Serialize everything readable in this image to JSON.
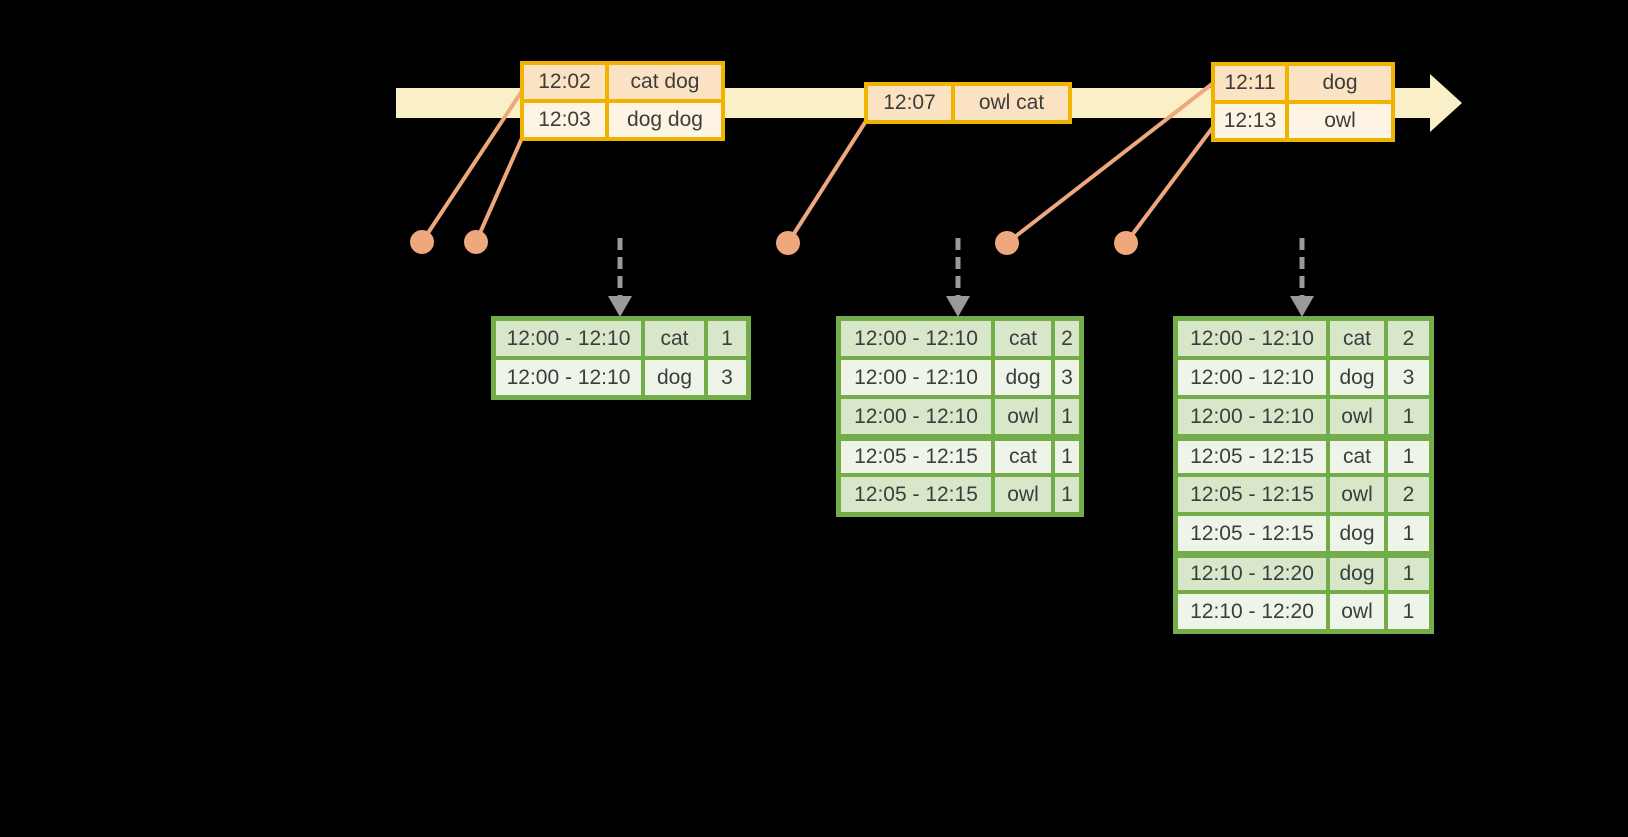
{
  "colors": {
    "background": "#000000",
    "timeline_fill": "#FAF0C8",
    "event_border": "#F0B400",
    "event_row_fill_dark": "#FAE2C2",
    "event_row_fill_light": "#FDF4E3",
    "marker": "#EDA87D",
    "arrow_gray": "#9A9A9A",
    "result_border": "#72AD4A",
    "result_row_fill_dark": "#D8E6C9",
    "result_row_fill_light": "#EFF4E9",
    "text": "#3D3D3D"
  },
  "timeline": {
    "event_tables": [
      {
        "rows": [
          {
            "time": "12:02",
            "words": "cat dog"
          },
          {
            "time": "12:03",
            "words": "dog dog"
          }
        ]
      },
      {
        "rows": [
          {
            "time": "12:07",
            "words": "owl cat"
          }
        ]
      },
      {
        "rows": [
          {
            "time": "12:11",
            "words": "dog"
          },
          {
            "time": "12:13",
            "words": "owl"
          }
        ]
      }
    ]
  },
  "result_tables": [
    {
      "rows": [
        {
          "window": "12:00 - 12:10",
          "word": "cat",
          "count": "1"
        },
        {
          "window": "12:00 - 12:10",
          "word": "dog",
          "count": "3"
        }
      ],
      "group_breaks": []
    },
    {
      "rows": [
        {
          "window": "12:00 - 12:10",
          "word": "cat",
          "count": "2"
        },
        {
          "window": "12:00 - 12:10",
          "word": "dog",
          "count": "3"
        },
        {
          "window": "12:00 - 12:10",
          "word": "owl",
          "count": "1"
        },
        {
          "window": "12:05 - 12:15",
          "word": "cat",
          "count": "1"
        },
        {
          "window": "12:05 - 12:15",
          "word": "owl",
          "count": "1"
        }
      ],
      "group_breaks": [
        3
      ]
    },
    {
      "rows": [
        {
          "window": "12:00 - 12:10",
          "word": "cat",
          "count": "2"
        },
        {
          "window": "12:00 - 12:10",
          "word": "dog",
          "count": "3"
        },
        {
          "window": "12:00 - 12:10",
          "word": "owl",
          "count": "1"
        },
        {
          "window": "12:05 - 12:15",
          "word": "cat",
          "count": "1"
        },
        {
          "window": "12:05 - 12:15",
          "word": "owl",
          "count": "2"
        },
        {
          "window": "12:05 - 12:15",
          "word": "dog",
          "count": "1"
        },
        {
          "window": "12:10 - 12:20",
          "word": "dog",
          "count": "1"
        },
        {
          "window": "12:10 - 12:20",
          "word": "owl",
          "count": "1"
        }
      ],
      "group_breaks": [
        3,
        6
      ]
    }
  ]
}
